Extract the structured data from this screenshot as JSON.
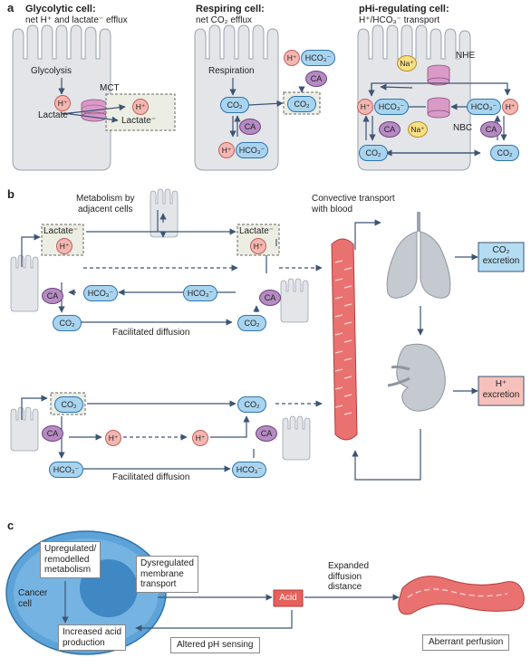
{
  "panel_a": {
    "label": "a",
    "glycolytic": {
      "title": "Glycolytic cell:",
      "subtitle": "net H⁺ and lactate⁻ efflux",
      "process": "Glycolysis",
      "proton": "H⁺",
      "lactate": "Lactate⁻",
      "transporter": "MCT",
      "lactate_out": "Lactate⁻",
      "proton_out": "H⁺"
    },
    "respiring": {
      "title": "Respiring cell:",
      "subtitle": "net CO₂ efflux",
      "process": "Respiration",
      "co2": "CO₂",
      "co2_out": "CO₂",
      "ca": "CA",
      "ca_out": "CA",
      "proton": "H⁺",
      "hco3": "HCO₃⁻",
      "proton_out": "H⁺",
      "hco3_out": "HCO₃⁻"
    },
    "regulating": {
      "title": "pHi-regulating cell:",
      "subtitle": "H⁺/HCO₃⁻ transport",
      "nhe": "NHE",
      "nbc": "NBC",
      "na_top": "Na⁺",
      "na_mid": "Na⁺",
      "proton_in": "H⁺",
      "hco3_in": "HCO₃⁻",
      "ca_in": "CA",
      "co2_in": "CO₂",
      "hco3_out": "HCO₃⁻",
      "proton_out": "H⁺",
      "ca_out": "CA",
      "co2_out": "CO₂"
    }
  },
  "panel_b": {
    "label": "b",
    "metabolism": "Metabolism by\nadjacent cells",
    "convective": "Convective transport\nwith blood",
    "top": {
      "lactate_l": "Lactate⁻",
      "h_l": "H⁺",
      "lactate_r": "Lactate⁻",
      "h_r": "H⁺",
      "ca_l": "CA",
      "hco3_l": "HCO₃⁻",
      "hco3_r": "HCO₃⁻",
      "ca_r": "CA",
      "co2_l": "CO₂",
      "co2_r": "CO₂",
      "diffusion": "Facilitated diffusion"
    },
    "bottom": {
      "co2_l": "CO₂",
      "co2_r": "CO₂",
      "ca_l": "CA",
      "ca_r": "CA",
      "h_l": "H⁺",
      "h_r": "H⁺",
      "hco3_l": "HCO₃⁻",
      "hco3_r": "HCO₃⁻",
      "diffusion": "Facilitated diffusion"
    },
    "co2_excretion": "CO₂\nexcretion",
    "h_excretion": "H⁺\nexcretion"
  },
  "panel_c": {
    "label": "c",
    "metabolism": "Upregulated/\nremodelled\nmetabolism",
    "cancer": "Cancer\ncell",
    "acid_production": "Increased acid\nproduction",
    "membrane": "Dysregulated\nmembrane\ntransport",
    "acid": "Acid",
    "diffusion": "Expanded\ndiffusion\ndistance",
    "ph_sensing": "Altered pH sensing",
    "perfusion": "Aberrant perfusion"
  },
  "colors": {
    "pink": "#f4b6b1",
    "blue": "#a9d4ef",
    "purple": "#b58bc2",
    "yellow": "#f8de84",
    "cell": "#e3e5e9",
    "arrow": "#3d5575",
    "vessel": "#e86e6e"
  }
}
